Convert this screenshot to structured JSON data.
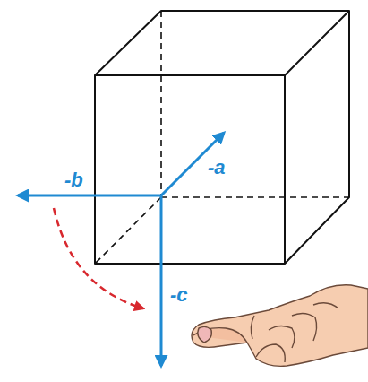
{
  "diagram": {
    "labels": [
      "-a",
      "-b",
      "-c"
    ]
  }
}
